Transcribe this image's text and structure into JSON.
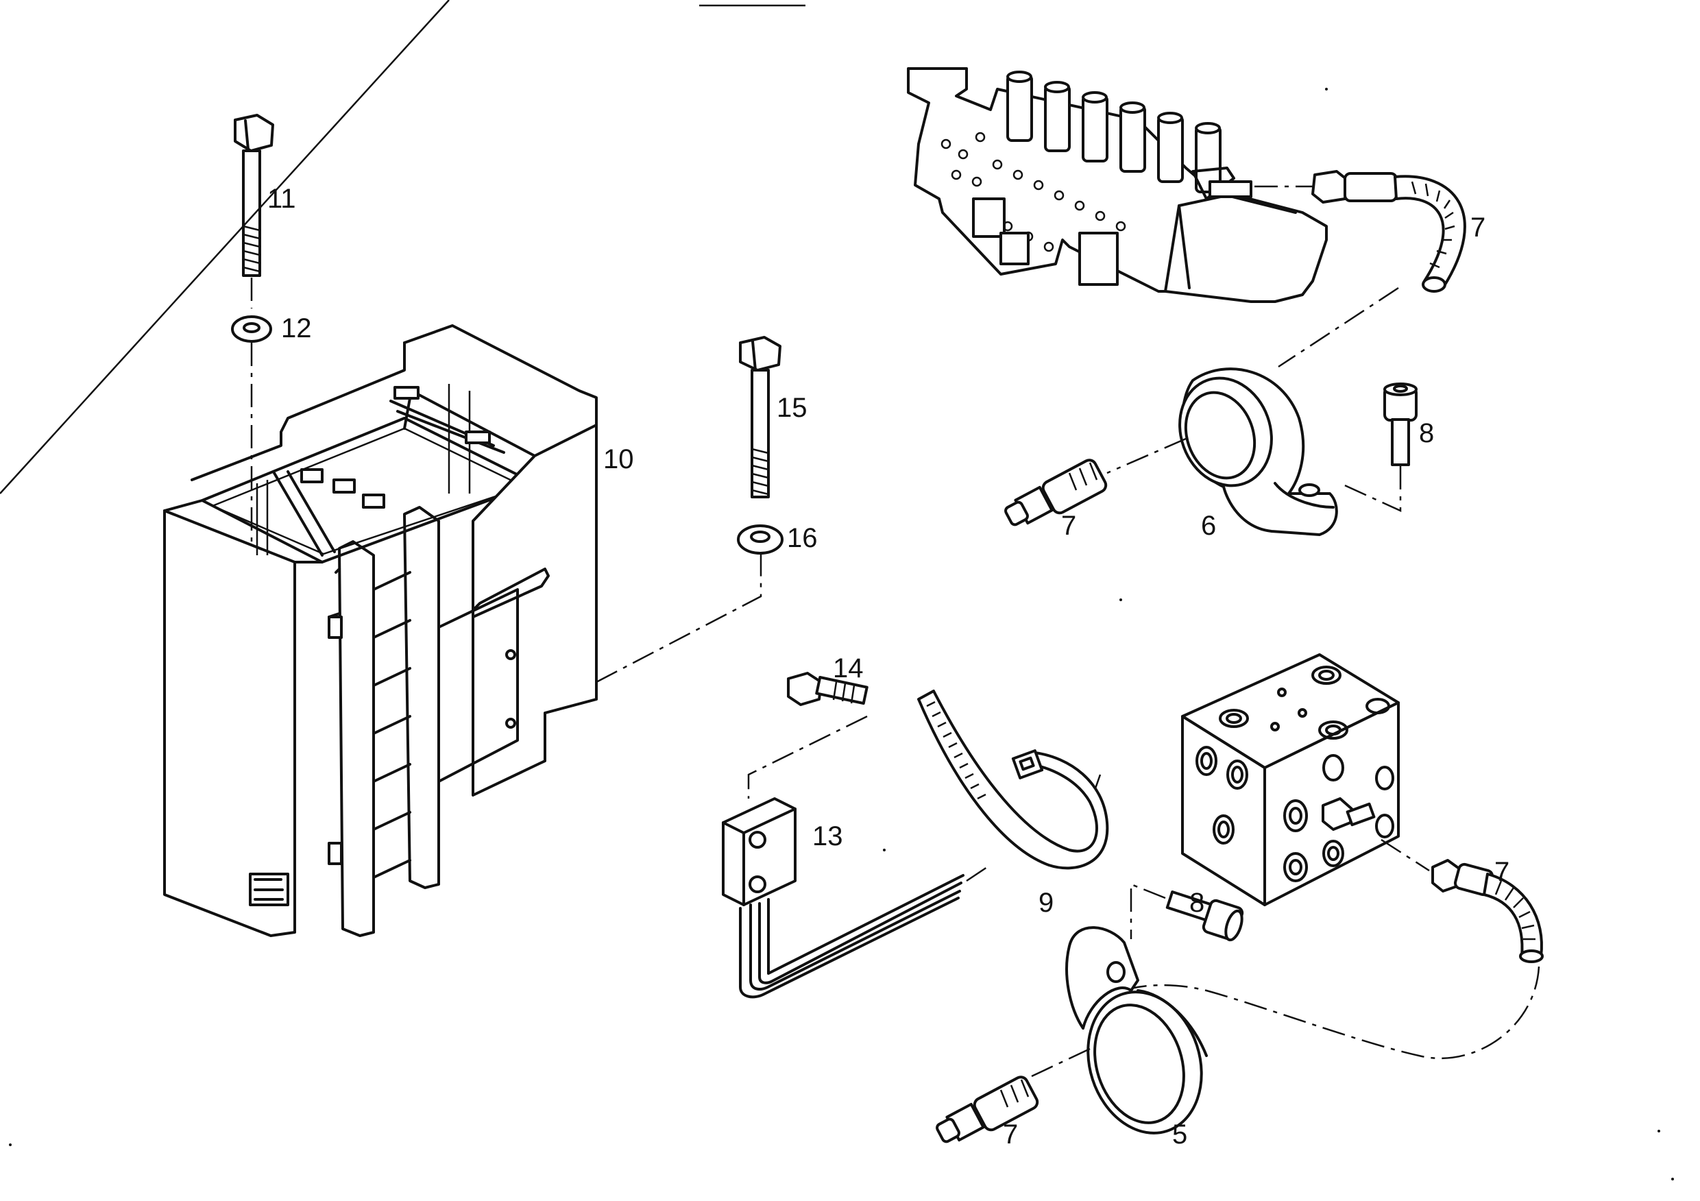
{
  "callouts": {
    "c5": "5",
    "c6": "6",
    "c7a": "7",
    "c7b": "7",
    "c7c": "7",
    "c7d": "7",
    "c8a": "8",
    "c8b": "8",
    "c9": "9",
    "c10": "10",
    "c11": "11",
    "c12": "12",
    "c13": "13",
    "c14": "14",
    "c15": "15",
    "c16": "16"
  }
}
